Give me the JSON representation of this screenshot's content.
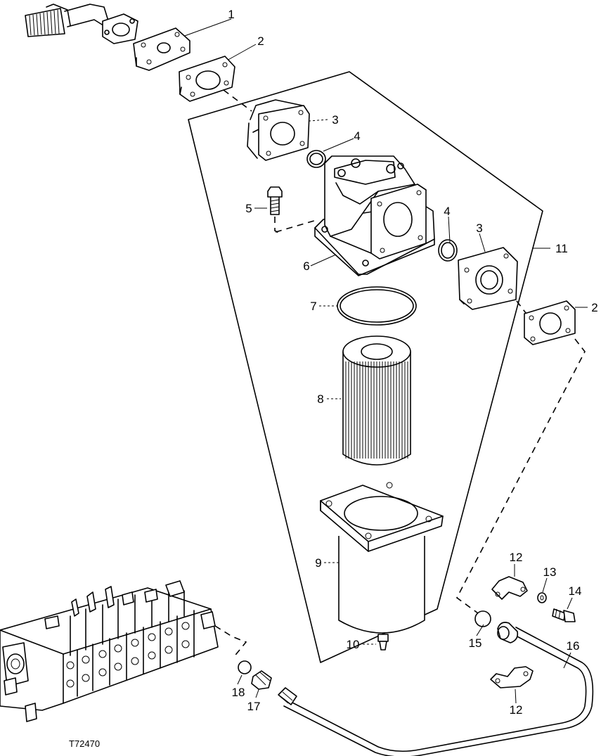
{
  "figure": {
    "reference_code": "T72470",
    "callouts": {
      "c1": "1",
      "c2a": "2",
      "c2b": "2",
      "c3a": "3",
      "c3b": "3",
      "c4a": "4",
      "c4b": "4",
      "c5": "5",
      "c6": "6",
      "c7": "7",
      "c8": "8",
      "c9": "9",
      "c10": "10",
      "c11": "11",
      "c12a": "12",
      "c12b": "12",
      "c13": "13",
      "c14": "14",
      "c15": "15",
      "c16": "16",
      "c17": "17",
      "c18": "18"
    }
  }
}
